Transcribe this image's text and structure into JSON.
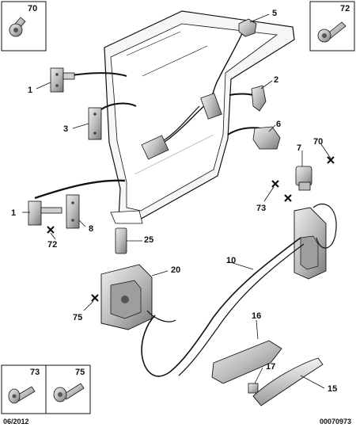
{
  "fastener_boxes": [
    {
      "id": "box-70",
      "number": "70"
    },
    {
      "id": "box-72",
      "number": "72"
    },
    {
      "id": "box-73",
      "number": "73"
    },
    {
      "id": "box-75",
      "number": "75"
    }
  ],
  "callouts": {
    "c1a": "1",
    "c1b": "1",
    "c2": "2",
    "c3": "3",
    "c5": "5",
    "c6": "6",
    "c7": "7",
    "c8": "8",
    "c10": "10",
    "c15": "15",
    "c16": "16",
    "c17": "17",
    "c20": "20",
    "c25": "25",
    "c70": "70",
    "c72": "72",
    "c73": "73",
    "c75": "75"
  },
  "footer": {
    "date": "06/2012",
    "reference": "00070973"
  },
  "colors": {
    "line": "#111111",
    "part_fill": "#d9d9d9",
    "part_dark": "#8a8a8a",
    "door_fill": "#f2f2f2"
  },
  "icons": [
    "torx-screw-icon",
    "cross-marker-icon"
  ]
}
